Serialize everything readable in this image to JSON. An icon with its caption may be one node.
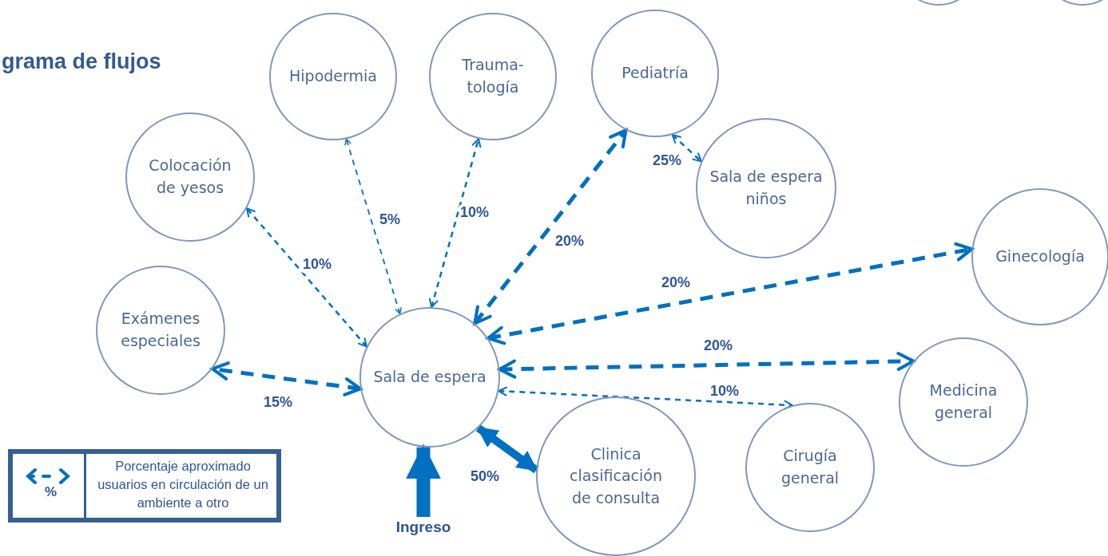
{
  "diagram": {
    "title": "grama de flujos",
    "nodes": [
      {
        "text": [
          "Colocación de yesos"
        ]
      },
      {
        "text": [
          "Hipodermia"
        ]
      },
      {
        "text": [
          "Trauma- tología"
        ]
      },
      {
        "text": [
          "Pediatría"
        ]
      },
      {
        "text": [
          "Sala de espera niños"
        ]
      },
      {
        "text": [
          "Ginecología"
        ]
      },
      {
        "text": [
          "Exámenes especiales"
        ]
      },
      {
        "text": [
          "Sala de espera"
        ]
      },
      {
        "text": [
          "Medicina general"
        ]
      },
      {
        "text": [
          "Clinica clasificación de consulta"
        ]
      },
      {
        "text": [
          "Cirugía general"
        ]
      },
      {
        "text": [
          "Ingreso"
        ]
      },
      {
        "text": [],
        "shape": "circle"
      },
      {
        "text": [],
        "shape": "circle"
      }
    ],
    "edges": [
      {
        "from": 7,
        "to": 0,
        "arrow": "both",
        "label": "10%",
        "style": "dashed"
      },
      {
        "from": 7,
        "to": 1,
        "arrow": "both",
        "label": "5%",
        "style": "dashed"
      },
      {
        "from": 7,
        "to": 2,
        "arrow": "both",
        "label": "10%",
        "style": "dashed"
      },
      {
        "from": 7,
        "to": 3,
        "arrow": "both",
        "label": "20%",
        "style": "dashed"
      },
      {
        "from": 3,
        "to": 4,
        "arrow": "both",
        "label": "25%",
        "style": "dashed"
      },
      {
        "from": 7,
        "to": 5,
        "arrow": "both",
        "label": "20%",
        "style": "dashed"
      },
      {
        "from": 7,
        "to": 6,
        "arrow": "both",
        "label": "15%",
        "style": "dashed"
      },
      {
        "from": 7,
        "to": 8,
        "arrow": "both",
        "label": "20%",
        "style": "dashed"
      },
      {
        "from": 7,
        "to": 10,
        "arrow": "both",
        "label": "10%",
        "style": "dashed"
      },
      {
        "from": 7,
        "to": 9,
        "arrow": "both",
        "label": "50%",
        "style": "thick"
      },
      {
        "from": 11,
        "to": 7,
        "arrow": "to",
        "style": "thick"
      }
    ],
    "labels": [
      "%"
    ],
    "legend": [
      {
        "text": "Porcentaje aproximado usuarios en circulación de un ambiente a otro"
      }
    ]
  }
}
